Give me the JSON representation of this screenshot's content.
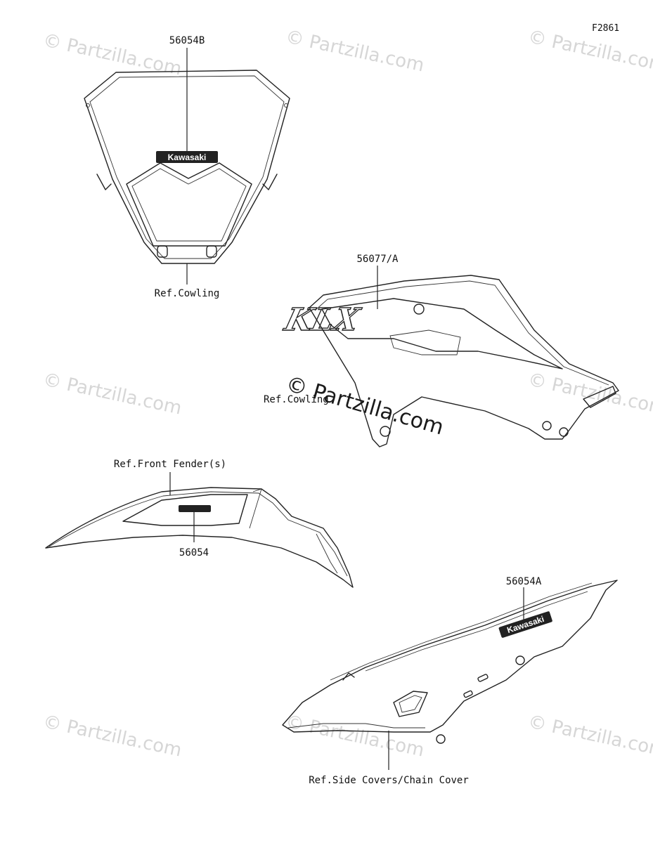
{
  "figure_number": "F2861",
  "watermark": {
    "small_text": "© Partzilla.com",
    "large_text": "© Partzilla.com"
  },
  "callouts": {
    "windshield_part": "56054B",
    "windshield_ref": "Ref.Cowling",
    "shroud_part": "56077/A",
    "shroud_ref": "Ref.Cowling",
    "fender_ref": "Ref.Front Fender(s)",
    "fender_part": "56054",
    "side_cover_part": "56054A",
    "side_cover_ref": "Ref.Side Covers/Chain Cover"
  },
  "decals": {
    "brand_logo": "Kawasaki",
    "model_mark": "KLX"
  },
  "colors": {
    "line": "#222222",
    "watermark": "#d6d6d6"
  }
}
